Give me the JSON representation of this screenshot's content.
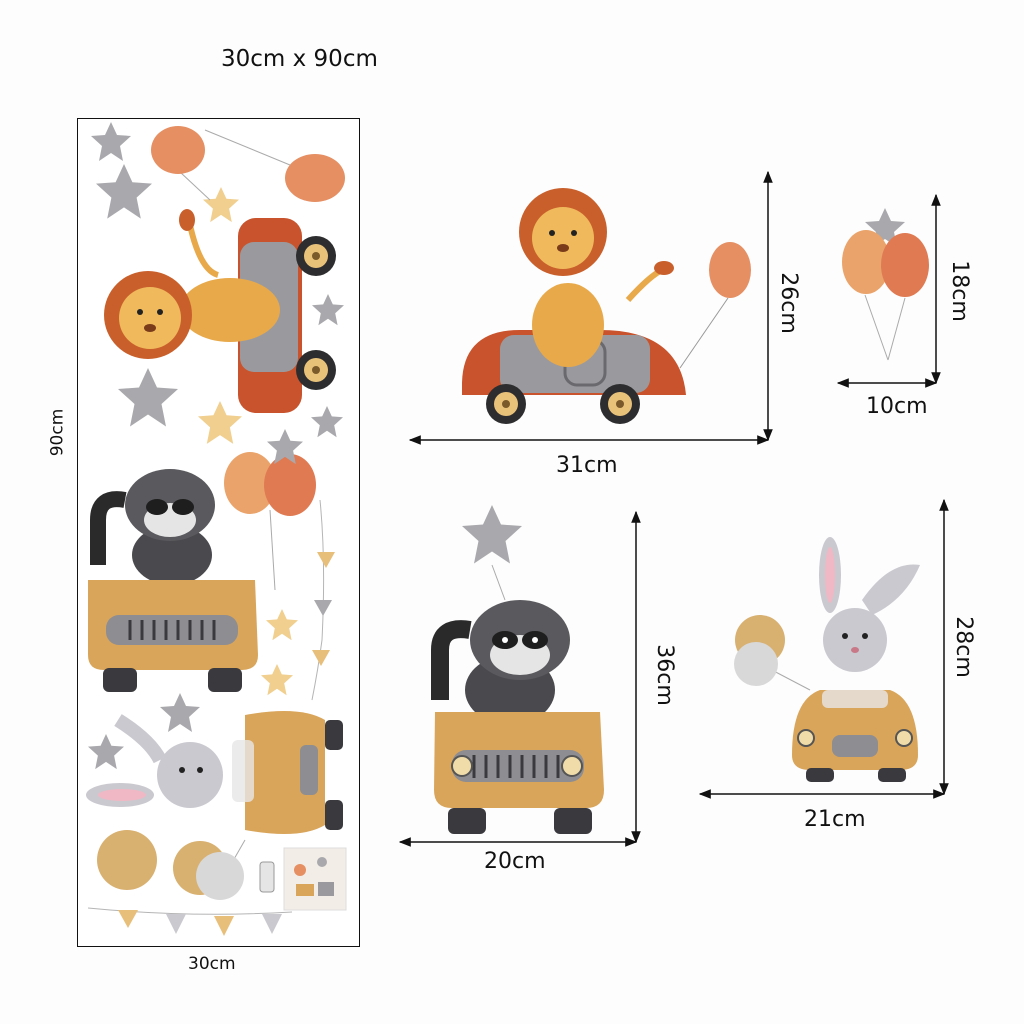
{
  "header": {
    "sheet_size": "30cm x 90cm"
  },
  "sheet": {
    "height_label": "90cm",
    "width_label": "30cm"
  },
  "stickers": {
    "lion_car": {
      "height_label": "26cm",
      "width_label": "31cm"
    },
    "balloons": {
      "height_label": "18cm",
      "width_label": "10cm"
    },
    "raccoon_jeep": {
      "height_label": "36cm",
      "width_label": "20cm"
    },
    "bunny_car": {
      "height_label": "28cm",
      "width_label": "21cm"
    }
  },
  "colors": {
    "lion": "#e8a94a",
    "mane": "#c9602c",
    "car_red": "#c8532c",
    "car_body": "#9a9a9e",
    "jeep": "#d9a55a",
    "raccoon": "#4a4a4e",
    "bunny": "#c9c9cf",
    "balloon_orange": "#e58f63",
    "star_grey": "#a9a9ad",
    "star_yellow": "#f0cf8f"
  }
}
